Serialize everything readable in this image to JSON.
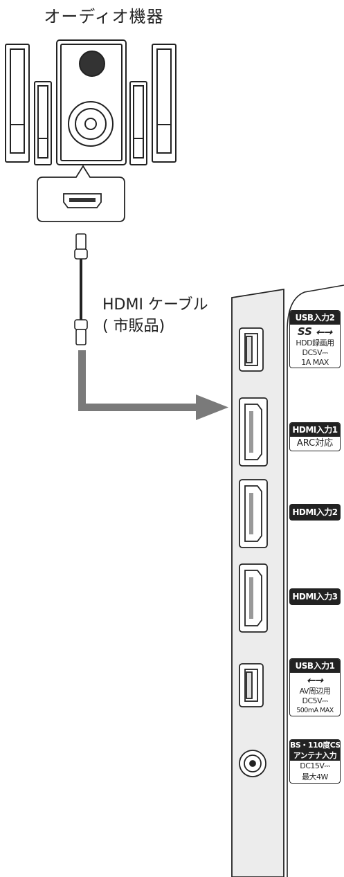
{
  "device_title": "オーディオ機器",
  "cable_label": "HDMI ケーブル\n( 市販品)",
  "ports": {
    "usb2": {
      "title": "USB入力2",
      "icon": "SS",
      "lines": [
        "HDD録画用",
        "DC5V⎓",
        "1A MAX"
      ]
    },
    "hdmi1": {
      "title": "HDMI入力1",
      "sub": "ARC対応"
    },
    "hdmi2": {
      "title": "HDMI入力2"
    },
    "hdmi3": {
      "title": "HDMI入力3"
    },
    "usb1": {
      "title": "USB入力1",
      "lines": [
        "AV周辺用",
        "DC5V⎓",
        "500mA MAX"
      ]
    },
    "antenna": {
      "title_line1": "BS・110度CS",
      "title_line2": "アンテナ入力",
      "lines": [
        "DC15V⎓",
        "最大4W"
      ]
    }
  },
  "colors": {
    "arrow": "#7a7a7a",
    "panel": "#ececec",
    "label_dark": "#222222"
  }
}
